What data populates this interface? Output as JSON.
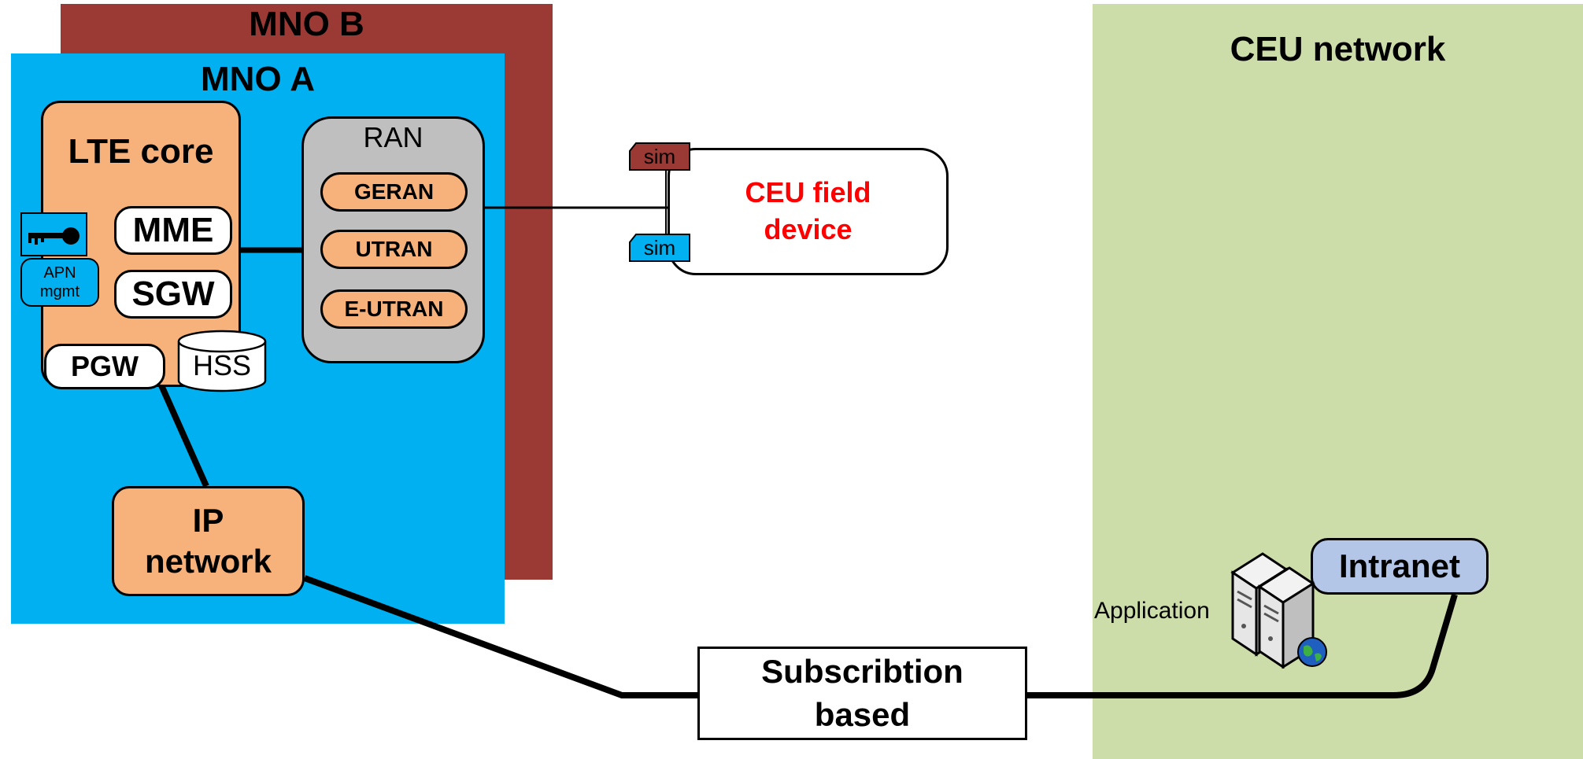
{
  "regions": {
    "mno_b": "MNO B",
    "mno_a": "MNO A",
    "ceu_network": "CEU network"
  },
  "lte_core": {
    "title": "LTE core",
    "mme": "MME",
    "sgw": "SGW",
    "pgw": "PGW",
    "hss": "HSS",
    "apn_line1": "APN",
    "apn_line2": "mgmt"
  },
  "ran": {
    "title": "RAN",
    "items": [
      "GERAN",
      "UTRAN",
      "E-UTRAN"
    ]
  },
  "ip_network": {
    "line1": "IP",
    "line2": "network"
  },
  "device": {
    "line1": "CEU field",
    "line2": "device",
    "sim_top": "sim",
    "sim_bottom": "sim"
  },
  "subscription": {
    "line1": "Subscribtion",
    "line2": "based"
  },
  "ceu": {
    "intranet": "Intranet",
    "application": "Application"
  },
  "colors": {
    "mno_b": "#9b3a35",
    "mno_a": "#00b0f0",
    "ceu_network": "#cddda9",
    "core_fill": "#f7b27c",
    "ran_fill": "#bfbfbf",
    "device_text": "#ff0000",
    "intranet_fill": "#b4c6e7"
  }
}
